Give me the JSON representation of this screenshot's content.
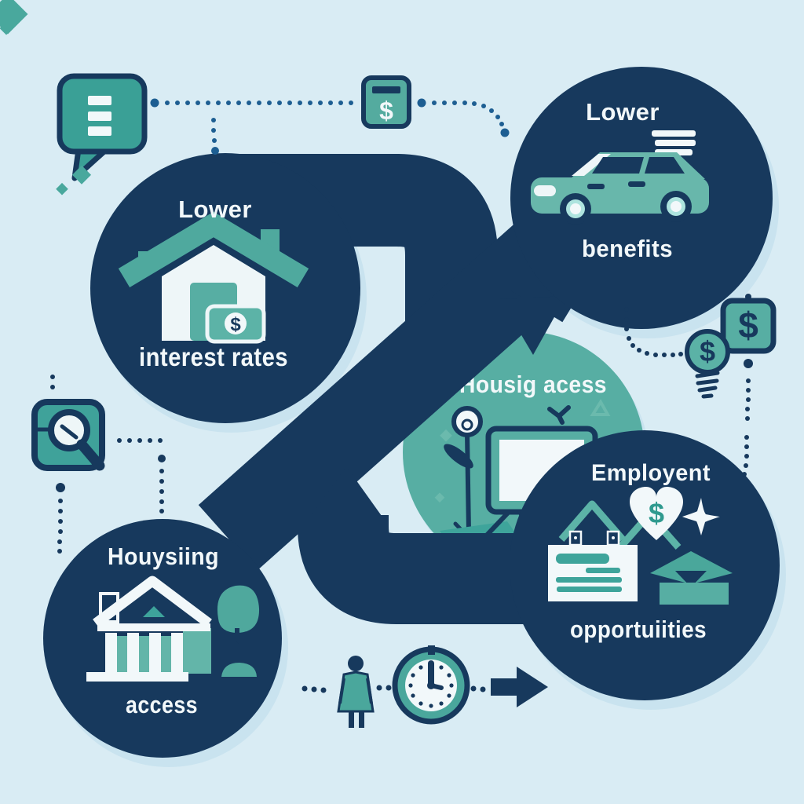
{
  "background_color": "#d9ecf4",
  "palette": {
    "navy": "#17395d",
    "teal_circle": "#57aea3",
    "teal_icon": "#3ea49b",
    "pale_shadow": "#c9e3ef",
    "white": "#f2f8fa",
    "dot_blue": "#1d5e92",
    "wheel_glow": "#aee4df"
  },
  "glyphs": {
    "dollar": "$"
  },
  "nodes": {
    "interest": {
      "top": "Lower",
      "bottom": "interest rates"
    },
    "benefits": {
      "top": "Lower",
      "bottom": "benefits"
    },
    "housing_center": {
      "label": "Housig acess"
    },
    "employment": {
      "top": "Employent",
      "bottom": "opportuiities"
    },
    "housing_bottom": {
      "top": "Houysiing",
      "bottom": "access"
    }
  },
  "decorations": {
    "top_left": "speech-bubble",
    "top_center": "dollar-note-card",
    "mid_left": "search-tile",
    "mid_right_1": "lightbulb-dollar",
    "mid_right_2": "dollar-tile",
    "bottom_center": [
      "person",
      "clock",
      "arrow-right"
    ]
  }
}
